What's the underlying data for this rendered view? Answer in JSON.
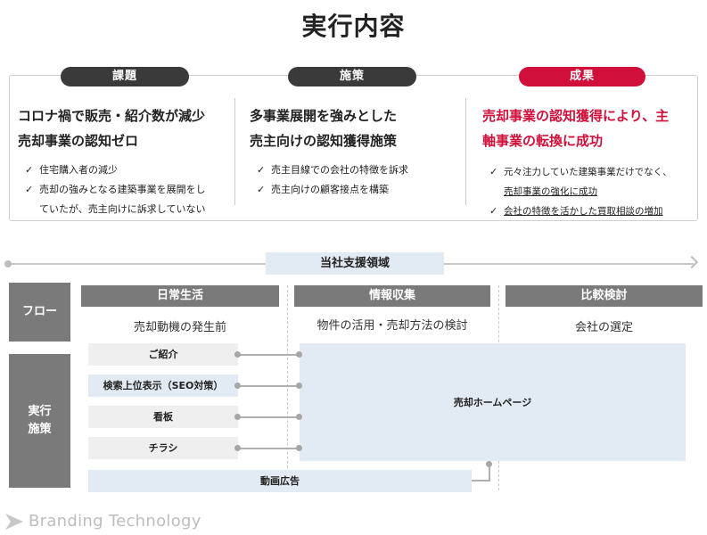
{
  "title": "実行内容",
  "columns": [
    {
      "label": "課題",
      "heading_lines": [
        "コロナ禍で販売・紹介数が減少",
        "売却事業の認知ゼロ"
      ],
      "bullets": [
        "住宅購入者の減少",
        "売却の強みとなる建築事業を展開をし",
        "ていたが、売主向けに訴求していない"
      ]
    },
    {
      "label": "施策",
      "heading_lines": [
        "多事業展開を強みとした",
        "売主向けの認知獲得施策"
      ],
      "bullets": [
        "売主目線での会社の特徴を訴求",
        "売主向けの顧客接点を構築"
      ]
    },
    {
      "label": "成果",
      "heading_lines": [
        "売却事業の認知獲得により、主",
        "軸事業の転換に成功"
      ],
      "bullets": [
        "元々注力していた建築事業だけでなく、",
        "売却事業の強化に成功",
        "会社の特徴を活かした買取相談の増加"
      ]
    }
  ],
  "support_area": "当社支援領域",
  "flow_label": "フロー",
  "action_label_lines": [
    "実行",
    "施策"
  ],
  "stages": [
    {
      "name": "日常生活",
      "desc": "売却動機の発生前"
    },
    {
      "name": "情報収集",
      "desc": "物件の活用・売却方法の検討"
    },
    {
      "name": "比較検討",
      "desc": "会社の選定"
    }
  ],
  "channels": [
    "ご紹介",
    "検索上位表示（SEO対策）",
    "看板",
    "チラシ"
  ],
  "homepage": "売却ホームページ",
  "video_ad": "動画広告",
  "brand": "Branding Technology",
  "colors": {
    "accent_red": "#d0103a",
    "dark_gray": "#3a3a3a",
    "stage_gray": "#7a7a7a",
    "light_blue": "#e2ebf4",
    "light_gray": "#efefef"
  }
}
